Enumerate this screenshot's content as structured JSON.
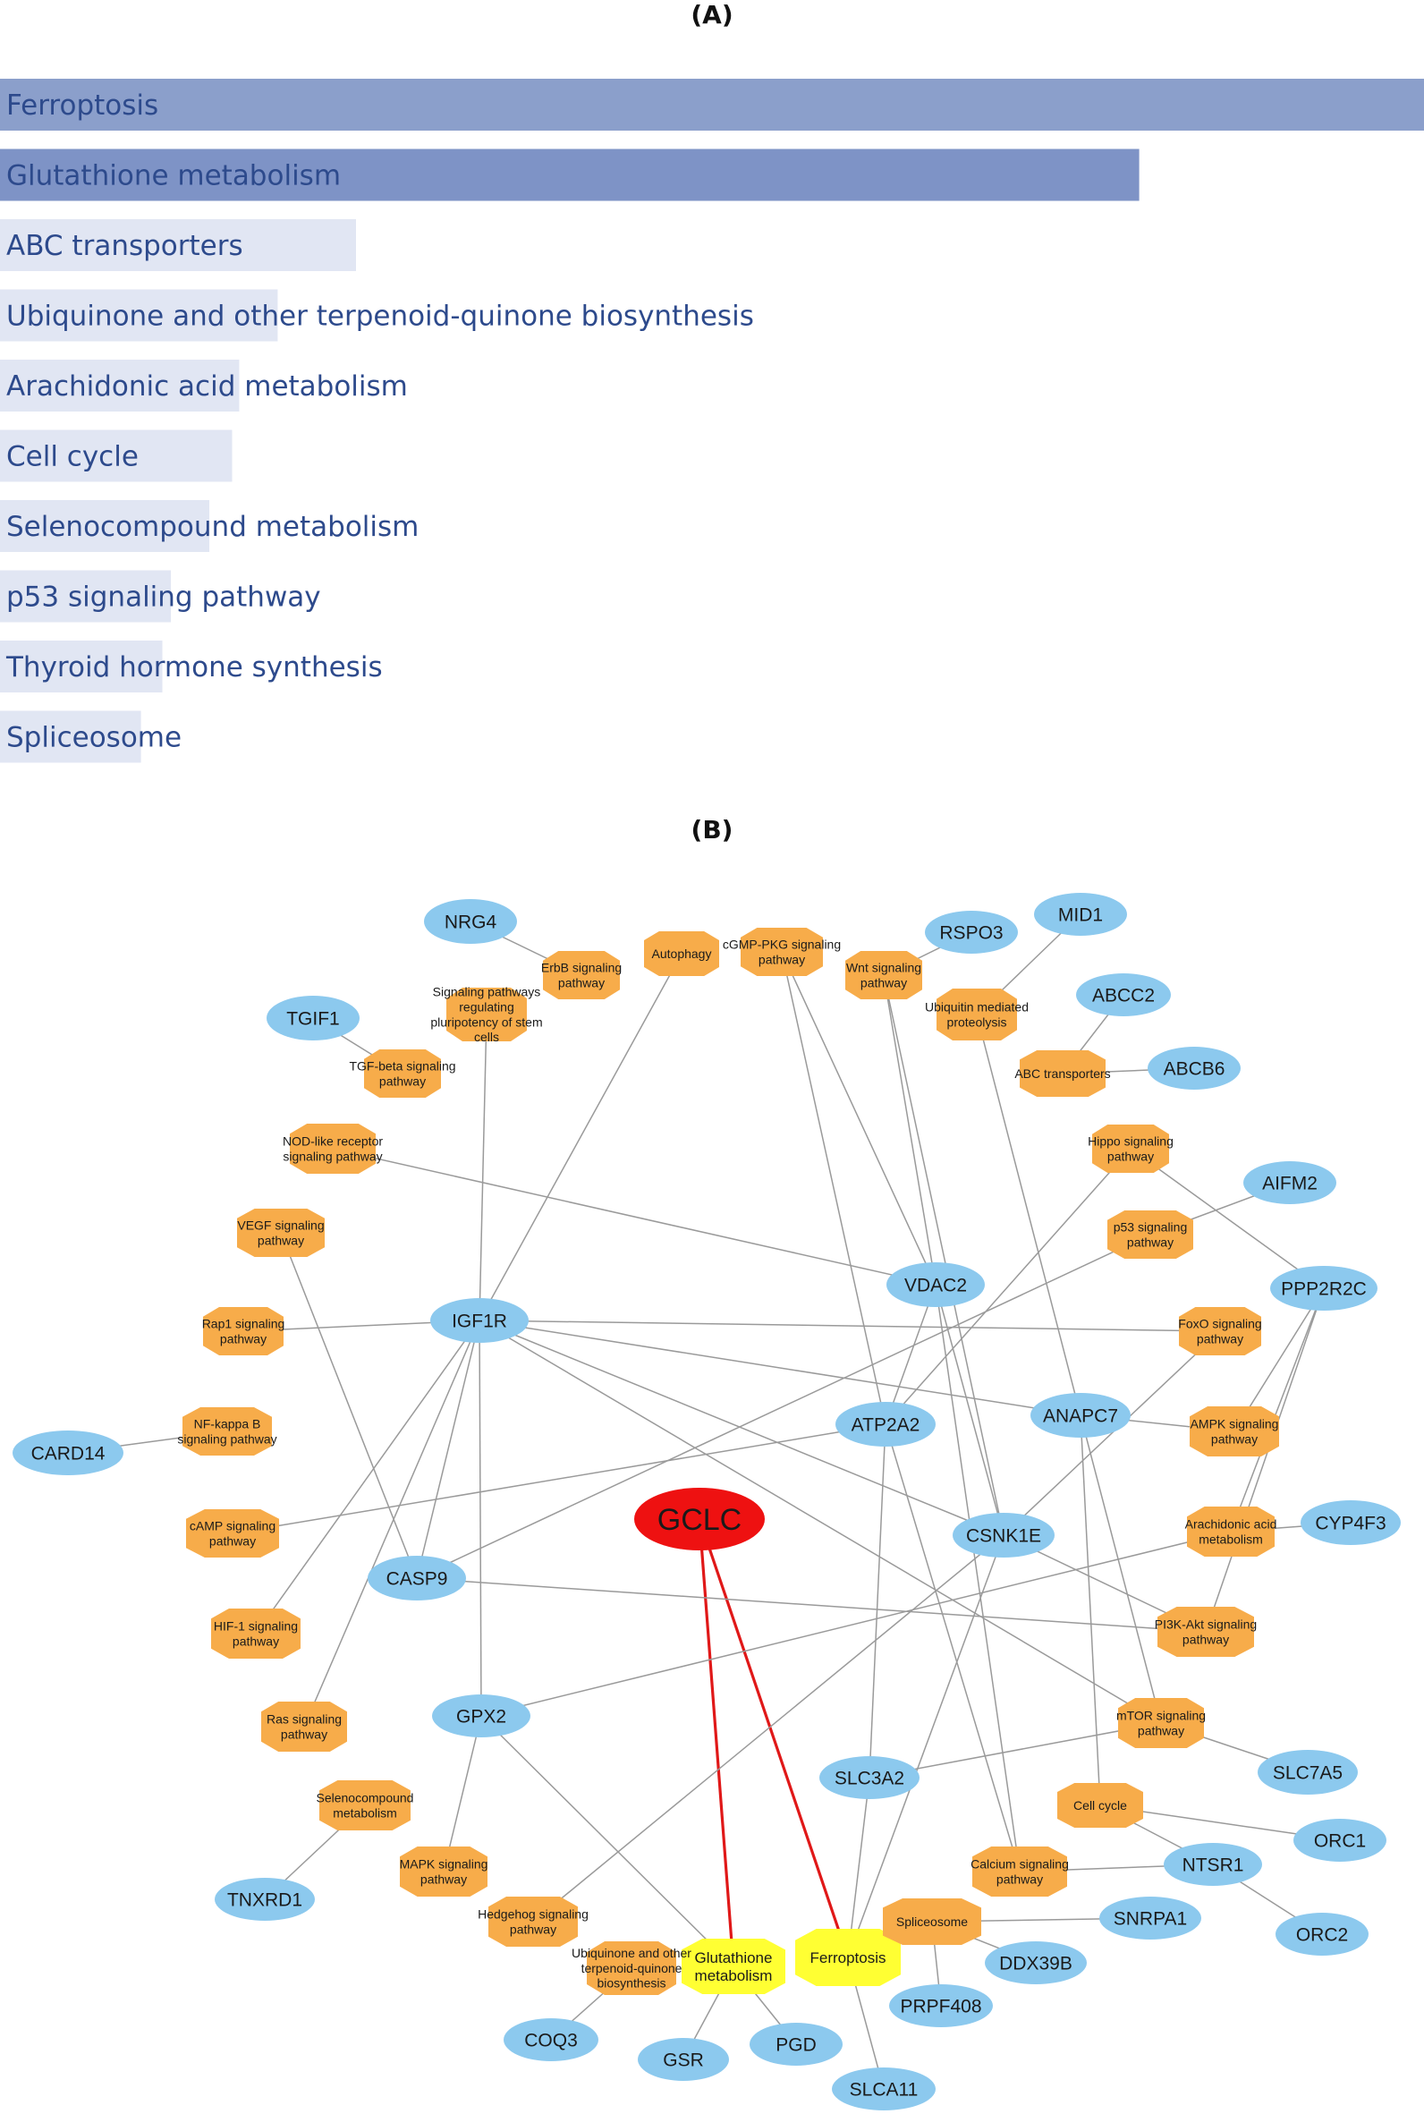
{
  "panel_a": {
    "label": "(A)"
  },
  "panel_b": {
    "label": "(B)"
  },
  "chart_data": [
    {
      "type": "bar",
      "orientation": "horizontal",
      "categories": [
        "Ferroptosis",
        "Glutathione metabolism",
        "ABC transporters",
        "Ubiquinone and other terpenoid-quinone biosynthesis",
        "Arachidonic acid metabolism",
        "Cell cycle",
        "Selenocompound metabolism",
        "p53 signaling pathway",
        "Thyroid hormone synthesis",
        "Spliceosome"
      ],
      "values": [
        1.0,
        0.8,
        0.25,
        0.195,
        0.168,
        0.163,
        0.147,
        0.12,
        0.114,
        0.099
      ],
      "colors": [
        "#8b9fcb",
        "#7e93c6",
        "#e1e6f3",
        "#e1e6f3",
        "#e1e6f3",
        "#e1e6f3",
        "#e1e6f3",
        "#e1e6f3",
        "#e1e6f3",
        "#e1e6f3"
      ],
      "title": "",
      "xlabel": "",
      "ylabel": ""
    },
    {
      "type": "network",
      "colors": {
        "hub": "#ee1111",
        "gene": "#8cc9ee",
        "pathway": "#f7ac4a",
        "target_pathway": "#ffff33",
        "edge": "#9a9a9a",
        "hub_edge": "#e01818"
      },
      "nodes": [
        {
          "id": "GCLC",
          "label": "GCLC",
          "kind": "hub"
        },
        {
          "id": "Glutathione",
          "label": "Glutathione metabolism",
          "kind": "target_pathway"
        },
        {
          "id": "Ferroptosis",
          "label": "Ferroptosis",
          "kind": "target_pathway"
        },
        {
          "id": "NRG4",
          "label": "NRG4",
          "kind": "gene"
        },
        {
          "id": "RSPO3",
          "label": "RSPO3",
          "kind": "gene"
        },
        {
          "id": "MID1",
          "label": "MID1",
          "kind": "gene"
        },
        {
          "id": "ABCC2",
          "label": "ABCC2",
          "kind": "gene"
        },
        {
          "id": "ABCB6",
          "label": "ABCB6",
          "kind": "gene"
        },
        {
          "id": "TGIF1",
          "label": "TGIF1",
          "kind": "gene"
        },
        {
          "id": "AIFM2",
          "label": "AIFM2",
          "kind": "gene"
        },
        {
          "id": "VDAC2",
          "label": "VDAC2",
          "kind": "gene"
        },
        {
          "id": "PPP2R2C",
          "label": "PPP2R2C",
          "kind": "gene"
        },
        {
          "id": "IGF1R",
          "label": "IGF1R",
          "kind": "gene"
        },
        {
          "id": "ATP2A2",
          "label": "ATP2A2",
          "kind": "gene"
        },
        {
          "id": "ANAPC7",
          "label": "ANAPC7",
          "kind": "gene"
        },
        {
          "id": "CARD14",
          "label": "CARD14",
          "kind": "gene"
        },
        {
          "id": "CSNK1E",
          "label": "CSNK1E",
          "kind": "gene"
        },
        {
          "id": "CYP4F3",
          "label": "CYP4F3",
          "kind": "gene"
        },
        {
          "id": "CASP9",
          "label": "CASP9",
          "kind": "gene"
        },
        {
          "id": "GPX2",
          "label": "GPX2",
          "kind": "gene"
        },
        {
          "id": "SLC3A2",
          "label": "SLC3A2",
          "kind": "gene"
        },
        {
          "id": "SLC7A5",
          "label": "SLC7A5",
          "kind": "gene"
        },
        {
          "id": "ORC1",
          "label": "ORC1",
          "kind": "gene"
        },
        {
          "id": "NTSR1",
          "label": "NTSR1",
          "kind": "gene"
        },
        {
          "id": "ORC2",
          "label": "ORC2",
          "kind": "gene"
        },
        {
          "id": "TNXRD1",
          "label": "TNXRD1",
          "kind": "gene"
        },
        {
          "id": "SNRPA1",
          "label": "SNRPA1",
          "kind": "gene"
        },
        {
          "id": "DDX39B",
          "label": "DDX39B",
          "kind": "gene"
        },
        {
          "id": "PRPF408",
          "label": "PRPF408",
          "kind": "gene"
        },
        {
          "id": "COQ3",
          "label": "COQ3",
          "kind": "gene"
        },
        {
          "id": "GSR",
          "label": "GSR",
          "kind": "gene"
        },
        {
          "id": "PGD",
          "label": "PGD",
          "kind": "gene"
        },
        {
          "id": "SLCA11",
          "label": "SLCA11",
          "kind": "gene"
        },
        {
          "id": "ErbB",
          "label": "ErbB signaling pathway",
          "kind": "pathway"
        },
        {
          "id": "Autophagy",
          "label": "Autophagy",
          "kind": "pathway"
        },
        {
          "id": "cGMP",
          "label": "cGMP-PKG signaling pathway",
          "kind": "pathway"
        },
        {
          "id": "Wnt",
          "label": "Wnt signaling pathway",
          "kind": "pathway"
        },
        {
          "id": "Ubiquitin",
          "label": "Ubiquitin mediated proteolysis",
          "kind": "pathway"
        },
        {
          "id": "Pluri",
          "label": "Signaling pathways regulating pluripotency of stem cells",
          "kind": "pathway"
        },
        {
          "id": "TGFb",
          "label": "TGF-beta signaling pathway",
          "kind": "pathway"
        },
        {
          "id": "ABCtr",
          "label": "ABC transporters",
          "kind": "pathway"
        },
        {
          "id": "NOD",
          "label": "NOD-like receptor signaling pathway",
          "kind": "pathway"
        },
        {
          "id": "Hippo",
          "label": "Hippo signaling pathway",
          "kind": "pathway"
        },
        {
          "id": "VEGF",
          "label": "VEGF signaling pathway",
          "kind": "pathway"
        },
        {
          "id": "p53",
          "label": "p53 signaling pathway",
          "kind": "pathway"
        },
        {
          "id": "Rap1",
          "label": "Rap1 signaling pathway",
          "kind": "pathway"
        },
        {
          "id": "FoxO",
          "label": "FoxO signaling pathway",
          "kind": "pathway"
        },
        {
          "id": "NFkB",
          "label": "NF-kappa B signaling pathway",
          "kind": "pathway"
        },
        {
          "id": "AMPK",
          "label": "AMPK signaling pathway",
          "kind": "pathway"
        },
        {
          "id": "cAMP",
          "label": "cAMP signaling pathway",
          "kind": "pathway"
        },
        {
          "id": "Arach",
          "label": "Arachidonic acid metabolism",
          "kind": "pathway"
        },
        {
          "id": "HIF1",
          "label": "HIF-1 signaling pathway",
          "kind": "pathway"
        },
        {
          "id": "PI3K",
          "label": "PI3K-Akt signaling pathway",
          "kind": "pathway"
        },
        {
          "id": "Ras",
          "label": "Ras signaling pathway",
          "kind": "pathway"
        },
        {
          "id": "mTOR",
          "label": "mTOR signaling pathway",
          "kind": "pathway"
        },
        {
          "id": "Seleno",
          "label": "Selenocompound metabolism",
          "kind": "pathway"
        },
        {
          "id": "CellCycle",
          "label": "Cell cycle",
          "kind": "pathway"
        },
        {
          "id": "MAPK",
          "label": "MAPK signaling pathway",
          "kind": "pathway"
        },
        {
          "id": "Calcium",
          "label": "Calcium signaling pathway",
          "kind": "pathway"
        },
        {
          "id": "Hedgehog",
          "label": "Hedgehog signaling pathway",
          "kind": "pathway"
        },
        {
          "id": "Ubiq",
          "label": "Ubiquinone and other terpenoid-quinone biosynthesis",
          "kind": "pathway"
        },
        {
          "id": "Splice",
          "label": "Spliceosome",
          "kind": "pathway"
        }
      ],
      "edges": [
        [
          "GCLC",
          "Glutathione"
        ],
        [
          "GCLC",
          "Ferroptosis"
        ],
        [
          "NRG4",
          "ErbB"
        ],
        [
          "TGIF1",
          "TGFb"
        ],
        [
          "RSPO3",
          "Wnt"
        ],
        [
          "MID1",
          "Ubiquitin"
        ],
        [
          "ABCC2",
          "ABCtr"
        ],
        [
          "ABCB6",
          "ABCtr"
        ],
        [
          "AIFM2",
          "p53"
        ],
        [
          "CARD14",
          "NFkB"
        ],
        [
          "CYP4F3",
          "Arach"
        ],
        [
          "TNXRD1",
          "Seleno"
        ],
        [
          "COQ3",
          "Ubiq"
        ],
        [
          "GSR",
          "Glutathione"
        ],
        [
          "PGD",
          "Glutathione"
        ],
        [
          "SLCA11",
          "Ferroptosis"
        ],
        [
          "SLC7A5",
          "mTOR"
        ],
        [
          "ORC1",
          "CellCycle"
        ],
        [
          "NTSR1",
          "CellCycle"
        ],
        [
          "ORC2",
          "NTSR1"
        ],
        [
          "NTSR1",
          "Calcium"
        ],
        [
          "SNRPA1",
          "Splice"
        ],
        [
          "DDX39B",
          "Splice"
        ],
        [
          "PRPF408",
          "Splice"
        ],
        [
          "IGF1R",
          "Autophagy"
        ],
        [
          "IGF1R",
          "Pluri"
        ],
        [
          "IGF1R",
          "Rap1"
        ],
        [
          "IGF1R",
          "FoxO"
        ],
        [
          "IGF1R",
          "ANAPC7"
        ],
        [
          "IGF1R",
          "CSNK1E"
        ],
        [
          "IGF1R",
          "mTOR"
        ],
        [
          "IGF1R",
          "HIF1"
        ],
        [
          "IGF1R",
          "Ras"
        ],
        [
          "IGF1R",
          "GPX2"
        ],
        [
          "IGF1R",
          "CASP9"
        ],
        [
          "VDAC2",
          "NOD"
        ],
        [
          "VDAC2",
          "cGMP"
        ],
        [
          "VDAC2",
          "Wnt"
        ],
        [
          "VDAC2",
          "ATP2A2"
        ],
        [
          "VDAC2",
          "CSNK1E"
        ],
        [
          "VDAC2",
          "Calcium"
        ],
        [
          "cGMP",
          "ATP2A2"
        ],
        [
          "Wnt",
          "CSNK1E"
        ],
        [
          "Ubiquitin",
          "ANAPC7"
        ],
        [
          "Hippo",
          "PPP2R2C"
        ],
        [
          "Hippo",
          "ATP2A2"
        ],
        [
          "PPP2R2C",
          "AMPK"
        ],
        [
          "PPP2R2C",
          "Arach"
        ],
        [
          "PPP2R2C",
          "PI3K"
        ],
        [
          "ANAPC7",
          "AMPK"
        ],
        [
          "ANAPC7",
          "CellCycle"
        ],
        [
          "ANAPC7",
          "mTOR"
        ],
        [
          "ATP2A2",
          "cAMP"
        ],
        [
          "ATP2A2",
          "Calcium"
        ],
        [
          "ATP2A2",
          "SLC3A2"
        ],
        [
          "CSNK1E",
          "Hedgehog"
        ],
        [
          "CSNK1E",
          "FoxO"
        ],
        [
          "CSNK1E",
          "PI3K"
        ],
        [
          "CSNK1E",
          "Ferroptosis"
        ],
        [
          "CASP9",
          "VEGF"
        ],
        [
          "CASP9",
          "PI3K"
        ],
        [
          "CASP9",
          "p53"
        ],
        [
          "GPX2",
          "Arach"
        ],
        [
          "GPX2",
          "MAPK"
        ],
        [
          "GPX2",
          "Glutathione"
        ],
        [
          "SLC3A2",
          "mTOR"
        ],
        [
          "SLC3A2",
          "Ferroptosis"
        ]
      ]
    }
  ]
}
